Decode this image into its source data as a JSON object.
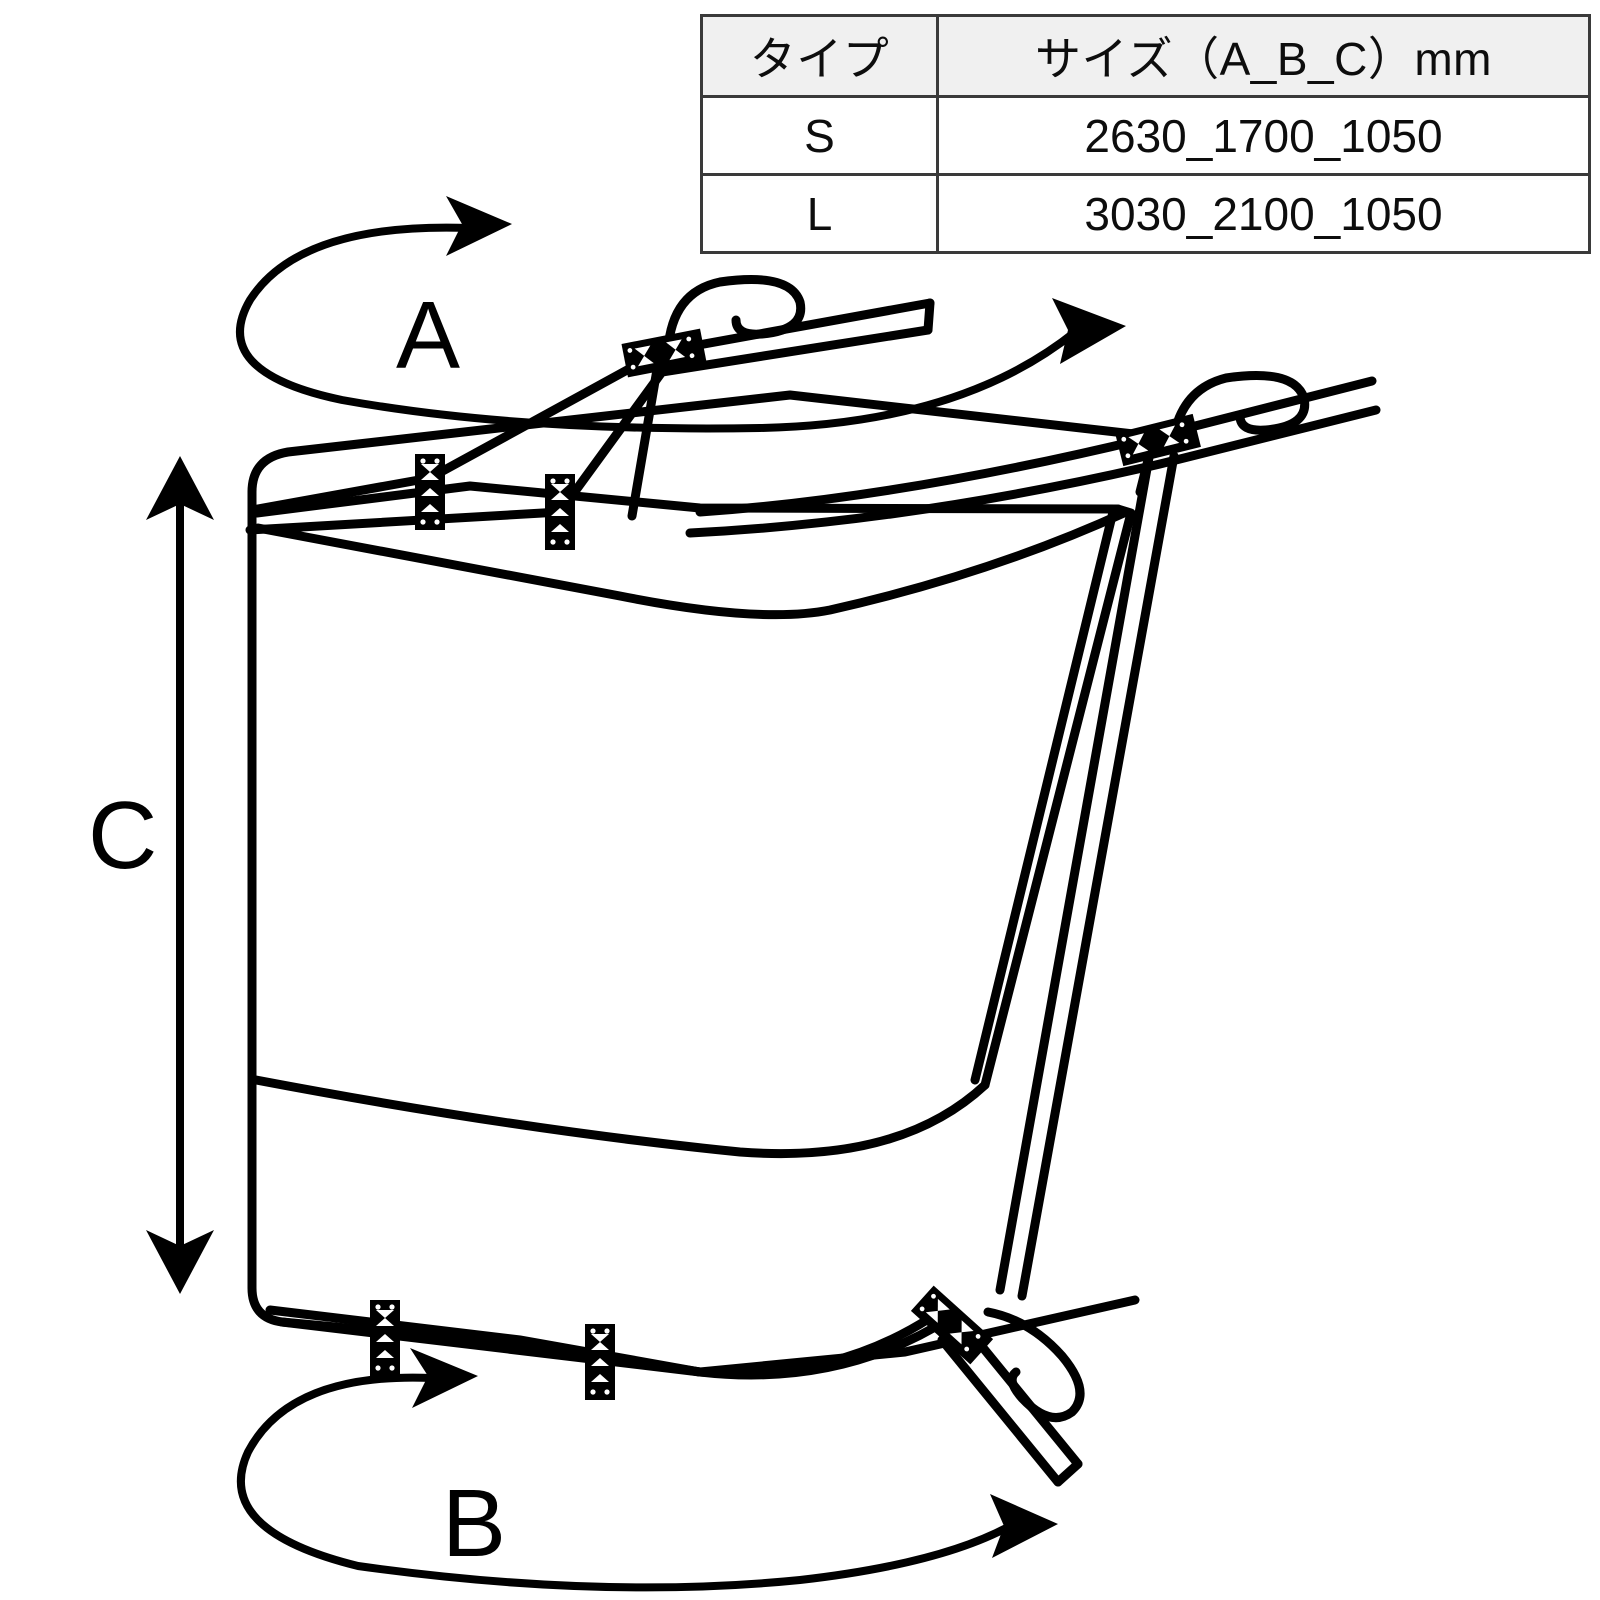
{
  "table": {
    "name": "size-table",
    "columns": [
      "タイプ",
      "サイズ（A_B_C）mm"
    ],
    "rows": [
      {
        "type": "S",
        "size": "2630_1700_1050"
      },
      {
        "type": "L",
        "size": "3030_2100_1050"
      }
    ],
    "header_bg": "#f0f0f0",
    "border_color": "#3a3a3a"
  },
  "diagram": {
    "title": "flexible-container-bag",
    "line_color": "#000000",
    "fill_color": "#ffffff",
    "dimension_labels": {
      "a": "A",
      "b": "B",
      "c": "C"
    },
    "annotations": {
      "a_description": "top opening width arrow (curved, around top)",
      "b_description": "bottom width arrow (curved, around base)",
      "c_description": "height double-headed vertical arrow on left"
    }
  }
}
